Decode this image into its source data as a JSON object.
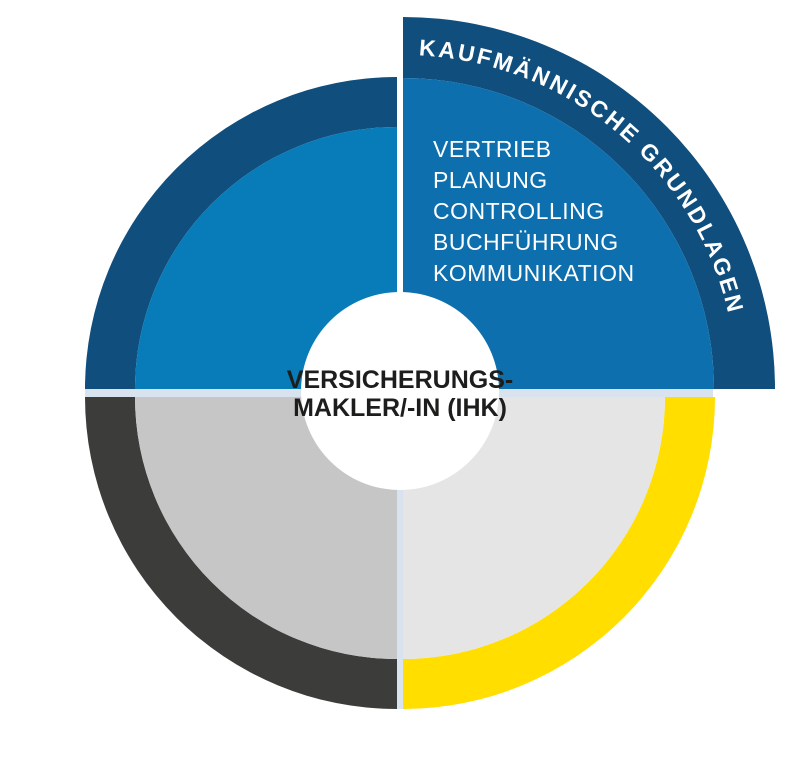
{
  "diagram": {
    "center": {
      "line1": "VERSICHERUNGS-",
      "line2": "MAKLER/-IN (IHK)"
    },
    "highlighted_segment": {
      "arc_label": "KAUFMÄNNISCHE GRUNDLAGEN",
      "topics": [
        "VERTRIEB",
        "PLANUNG",
        "CONTROLLING",
        "BUCHFÜHRUNG",
        "KOMMUNIKATION"
      ]
    },
    "colors": {
      "dark_blue": "#0f4e7d",
      "highlight_fill_blue": "#0e6fae",
      "quadrant_fill_blue": "#077cb8",
      "dark_gray": "#3c3c3b",
      "fill_gray_left": "#c6c6c6",
      "fill_gray_right": "#e5e5e5",
      "yellow": "#ffde00",
      "divider": "#d9e3f0",
      "text_light": "#ffffff",
      "text_dark": "#1d1d1b",
      "background": "#ffffff"
    }
  }
}
